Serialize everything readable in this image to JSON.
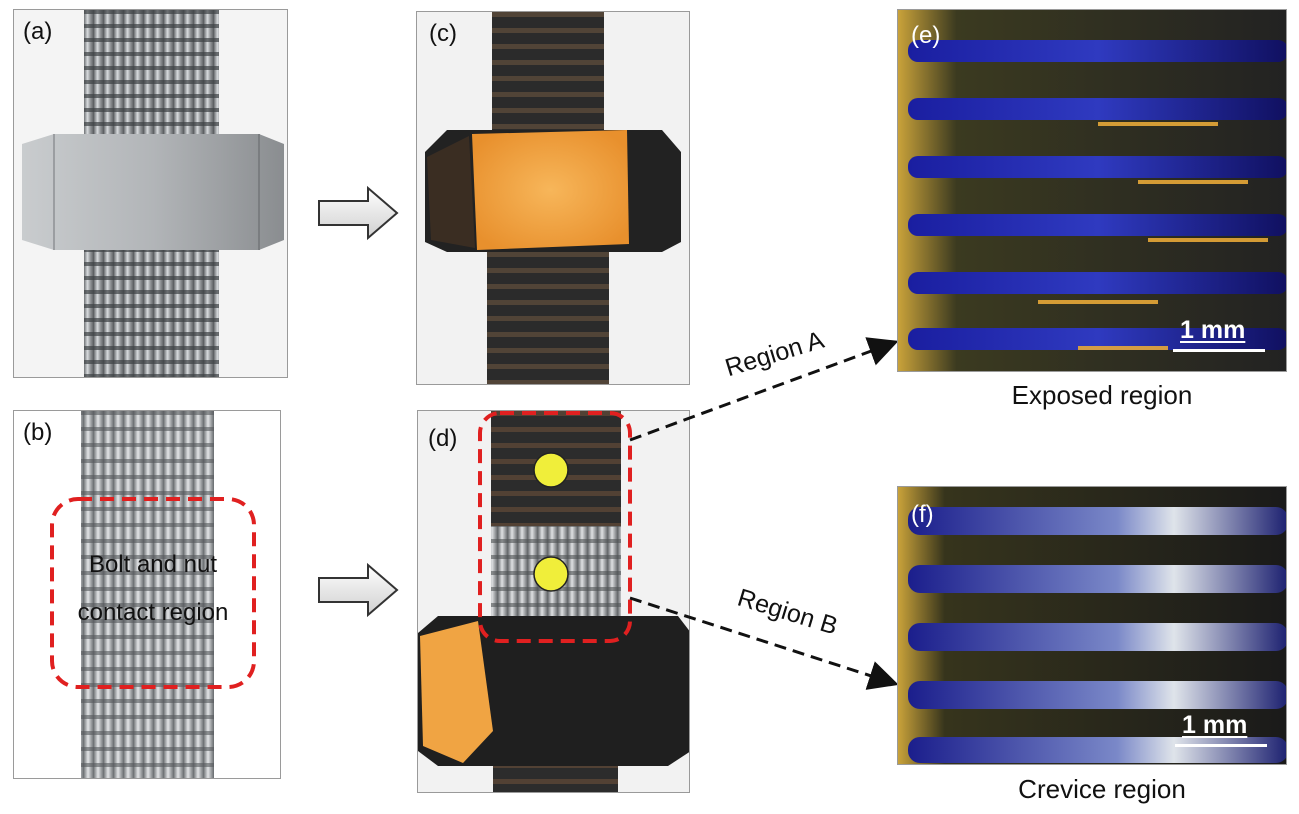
{
  "panels": {
    "a": {
      "label": "(a)"
    },
    "b": {
      "label": "(b)",
      "annotation_line1": "Bolt and nut",
      "annotation_line2": "contact region"
    },
    "c": {
      "label": "(c)"
    },
    "d": {
      "label": "(d)"
    },
    "e": {
      "label": "(e)",
      "scale": "1 mm",
      "caption": "Exposed region"
    },
    "f": {
      "label": "(f)",
      "scale": "1 mm",
      "caption": "Crevice region"
    }
  },
  "arrows": {
    "region_a": "Region A",
    "region_b": "Region B"
  },
  "colors": {
    "dashed_box": "#e02020",
    "marker": "#f0ee3a",
    "rust": "#f2a640",
    "steel": "#a9acae",
    "blue_steel": "#2a2fa0"
  }
}
